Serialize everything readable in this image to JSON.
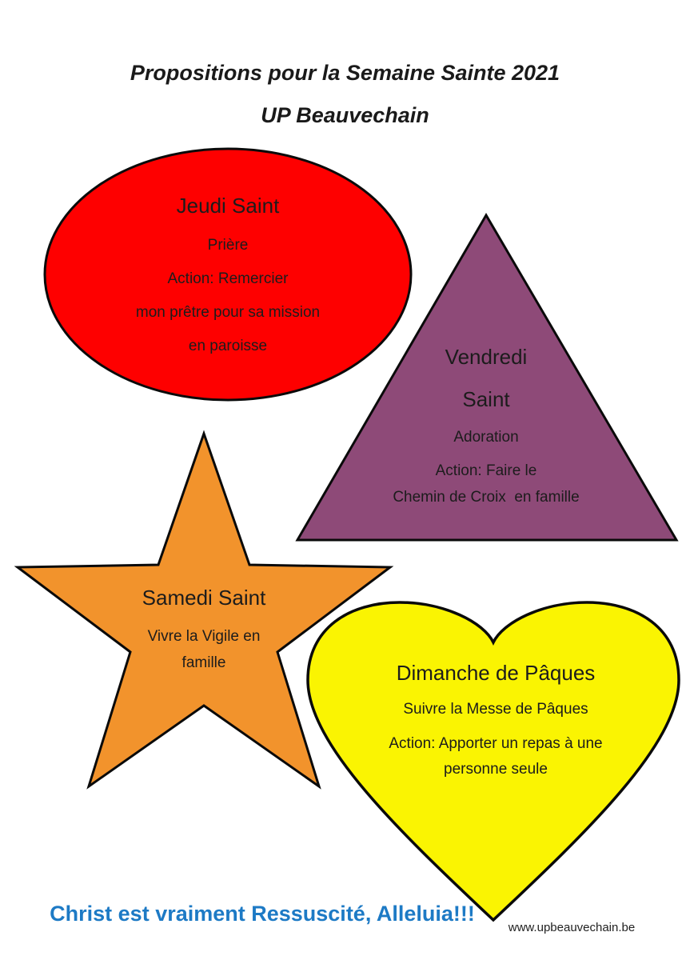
{
  "title": {
    "line1": "Propositions pour la Semaine Sainte 2021",
    "line2": "UP Beauvechain"
  },
  "shapes": {
    "ellipse": {
      "day": "Jeudi Saint",
      "shape": "ellipse",
      "color": "#fe0000",
      "lines": [
        "Jeudi Saint",
        "Prière",
        "Action: Remercier",
        "mon prêtre pour sa mission",
        "en paroisse"
      ]
    },
    "triangle": {
      "day": "Vendredi Saint",
      "shape": "triangle",
      "color": "#8e4a78",
      "lines": [
        "Vendredi",
        "Saint",
        "Adoration",
        "Action: Faire le",
        "Chemin de Croix  en famille"
      ]
    },
    "star": {
      "day": "Samedi Saint",
      "shape": "star",
      "color": "#f2932c",
      "lines": [
        "Samedi Saint",
        "Vivre la Vigile en",
        "famille"
      ]
    },
    "heart": {
      "day": "Dimanche de Pâques",
      "shape": "heart",
      "color": "#faf402",
      "lines": [
        "Dimanche de Pâques",
        "Suivre la Messe de Pâques",
        "Action: Apporter un repas à une",
        "personne seule"
      ]
    }
  },
  "footer": {
    "message": "Christ est vraiment Ressuscité, Alleluia!!!",
    "message_color": "#1d7ac5",
    "website": "www.upbeauvechain.be"
  },
  "outline_color": "#0a0a0a"
}
